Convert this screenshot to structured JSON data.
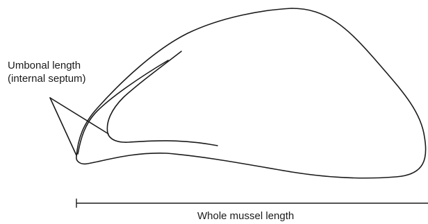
{
  "labels": {
    "umbonal_length_line1": "Umbonal length",
    "umbonal_length_line2": "(internal septum)",
    "whole_mussel_length": "Whole mussel length"
  },
  "colors": {
    "stroke": "#1a1a1a",
    "text": "#1a1a1a",
    "background": "#ffffff"
  }
}
